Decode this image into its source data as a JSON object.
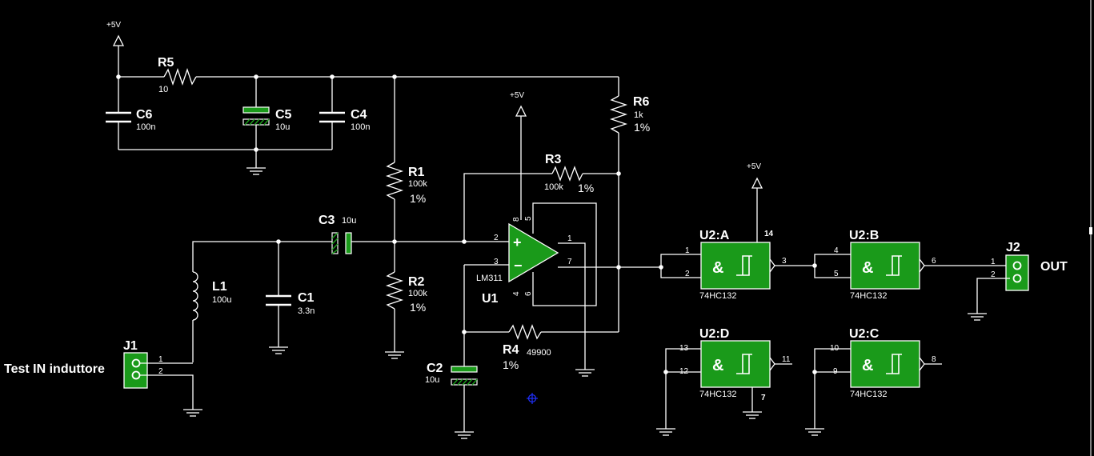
{
  "colors": {
    "background": "#000000",
    "wire": "#ffffff",
    "component_fill": "#1a9a1a",
    "marker": "#2030ff"
  },
  "power": {
    "vcc_label": "+5V"
  },
  "components": {
    "R5": {
      "ref": "R5",
      "value": "10"
    },
    "C6": {
      "ref": "C6",
      "value": "100n"
    },
    "C5": {
      "ref": "C5",
      "value": "10u"
    },
    "C4": {
      "ref": "C4",
      "value": "100n"
    },
    "R1": {
      "ref": "R1",
      "value": "100k",
      "tol": "1%"
    },
    "R2": {
      "ref": "R2",
      "value": "100k",
      "tol": "1%"
    },
    "R3": {
      "ref": "R3",
      "value": "100k",
      "tol": "1%"
    },
    "R4": {
      "ref": "R4",
      "value": "49900",
      "tol": "1%"
    },
    "R6": {
      "ref": "R6",
      "value": "1k",
      "tol": "1%"
    },
    "C3": {
      "ref": "C3",
      "value": "10u"
    },
    "C1": {
      "ref": "C1",
      "value": "3.3n"
    },
    "C2": {
      "ref": "C2",
      "value": "10u"
    },
    "L1": {
      "ref": "L1",
      "value": "100u"
    },
    "U1": {
      "ref": "U1",
      "part": "LM311",
      "pins": [
        "2",
        "3",
        "7",
        "1",
        "8",
        "4",
        "5",
        "6"
      ]
    },
    "J1": {
      "ref": "J1",
      "label": "Test IN induttore",
      "pins": [
        "1",
        "2"
      ]
    },
    "J2": {
      "ref": "J2",
      "label": "OUT",
      "pins": [
        "1",
        "2"
      ]
    }
  },
  "gates": {
    "symbol": "&",
    "A": {
      "ref": "U2:A",
      "part": "74HC132",
      "in1": "1",
      "in2": "2",
      "out": "3",
      "extra": "14"
    },
    "B": {
      "ref": "U2:B",
      "part": "74HC132",
      "in1": "4",
      "in2": "5",
      "out": "6"
    },
    "D": {
      "ref": "U2:D",
      "part": "74HC132",
      "in1": "13",
      "in2": "12",
      "out": "11",
      "extra": "7"
    },
    "C": {
      "ref": "U2:C",
      "part": "74HC132",
      "in1": "10",
      "in2": "9",
      "out": "8"
    }
  }
}
